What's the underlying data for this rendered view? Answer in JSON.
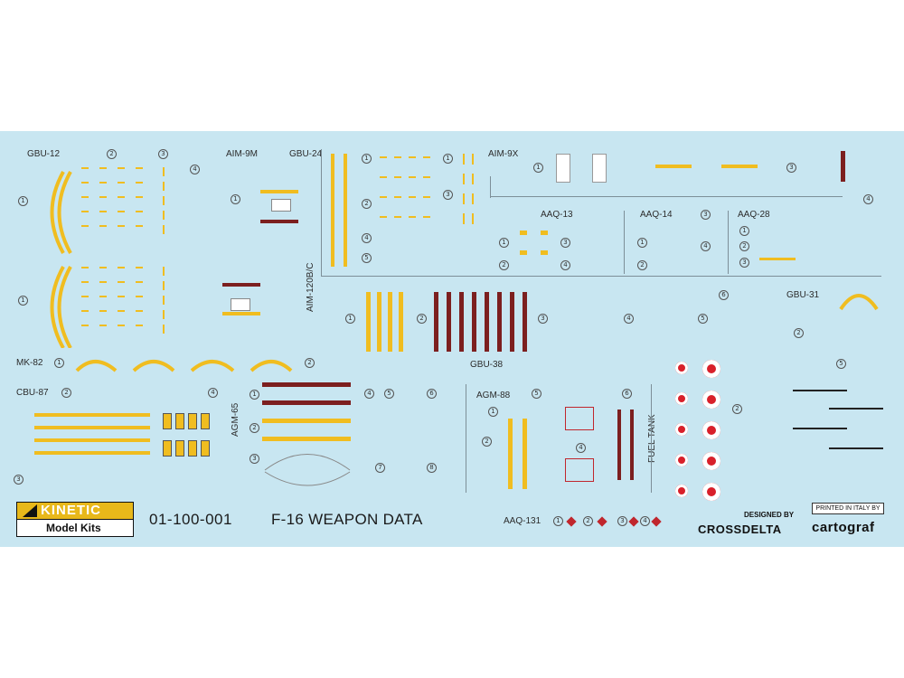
{
  "labels": {
    "gbu12": "GBU-12",
    "aim9m": "AIM-9M",
    "gbu24": "GBU-24",
    "aim9x": "AIM-9X",
    "aaq13": "AAQ-13",
    "aaq14": "AAQ-14",
    "aaq28": "AAQ-28",
    "gbu31": "GBU-31",
    "aim120": "AIM-120B/C",
    "mk82": "MK-82",
    "cbu87": "CBU-87",
    "gbu38": "GBU-38",
    "agm65": "AGM-65",
    "agm88": "AGM-88",
    "fueltank": "FUEL TANK",
    "aaq131": "AAQ-131"
  },
  "brand": {
    "logo": "KINETIC",
    "logo_sub": "Model Kits",
    "code": "01-100-001",
    "title": "F-16 WEAPON DATA",
    "designed": "DESIGNED BY",
    "designer": "CROSSDELTA",
    "printed": "PRINTED IN ITALY BY",
    "printer": "cartograf"
  },
  "numbers": {
    "n1": "1",
    "n2": "2",
    "n3": "3",
    "n4": "4",
    "n5": "5",
    "n6": "6",
    "n7": "7",
    "n8": "8"
  },
  "colors": {
    "background": "#c8e6f1",
    "yellow": "#f0bd20",
    "red": "#7c1f1f",
    "red_roundel": "#d8202a",
    "ink": "#2b2b2b"
  }
}
